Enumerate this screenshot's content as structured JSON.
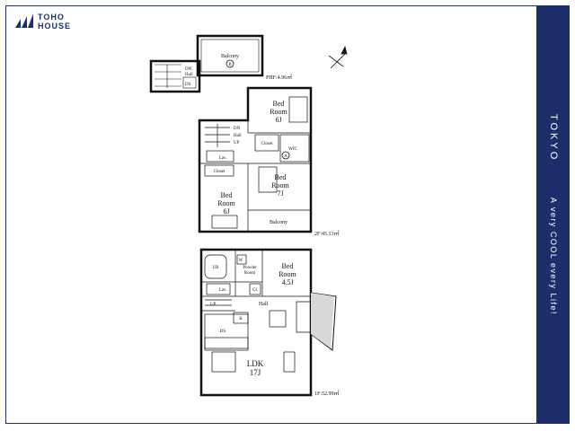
{
  "brand": {
    "line1": "TOHO",
    "line2": "HOUSE",
    "color": "#1d2f6b"
  },
  "side_banner": {
    "city": "TOKYO",
    "tagline": "A very COOL every Life!"
  },
  "phf": {
    "balcony": "Balcony",
    "marker": "B",
    "dn": "DN",
    "hall": "Hall",
    "ds": "DS",
    "area": "PHF:4.96㎡"
  },
  "floor2": {
    "bed_top": "Bed",
    "room_top": "Room",
    "size_top": "6J",
    "dn": "DN",
    "hall": "Hall",
    "up": "UP",
    "closet_a": "Closet",
    "wic": "WIC",
    "marker": "A",
    "lav": "Lav.",
    "closet_b": "Closet",
    "bed_mid": "Bed",
    "room_mid": "Room",
    "size_mid": "7J",
    "bed_left": "Bed",
    "room_left": "Room",
    "size_left": "6J",
    "balcony": "Balcony",
    "area": "2F:45.13㎡"
  },
  "floor1": {
    "wm": "W",
    "ub": "UB",
    "powder": "Powder",
    "powder_room": "Room",
    "bed": "Bed",
    "room": "Room",
    "size": "4.5J",
    "lav": "Lav.",
    "cl": "Cl.",
    "up": "UP",
    "hall": "Hall",
    "k": "K",
    "ds": "DS",
    "ldk": "LDK",
    "ldk_size": "17J",
    "area": "1F:52.99㎡"
  }
}
